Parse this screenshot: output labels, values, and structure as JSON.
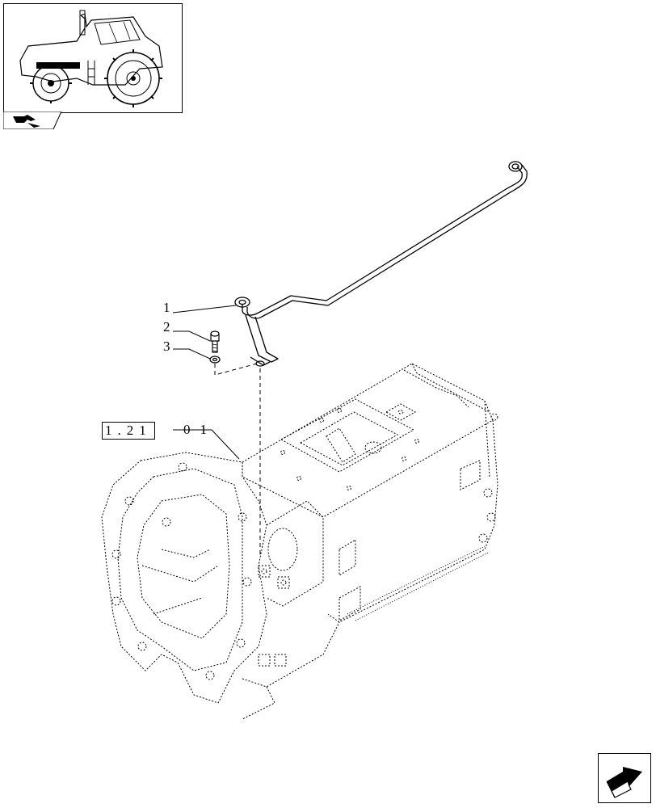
{
  "thumbnail": {
    "icon": "tractor-thumbnail-icon",
    "tab_icon": "section-tab-icon"
  },
  "callouts": [
    {
      "label": "1"
    },
    {
      "label": "2"
    },
    {
      "label": "3"
    }
  ],
  "reference": {
    "boxed": "1.21",
    "rest": "01"
  },
  "nav": {
    "icon": "next-page-arrow-icon"
  }
}
